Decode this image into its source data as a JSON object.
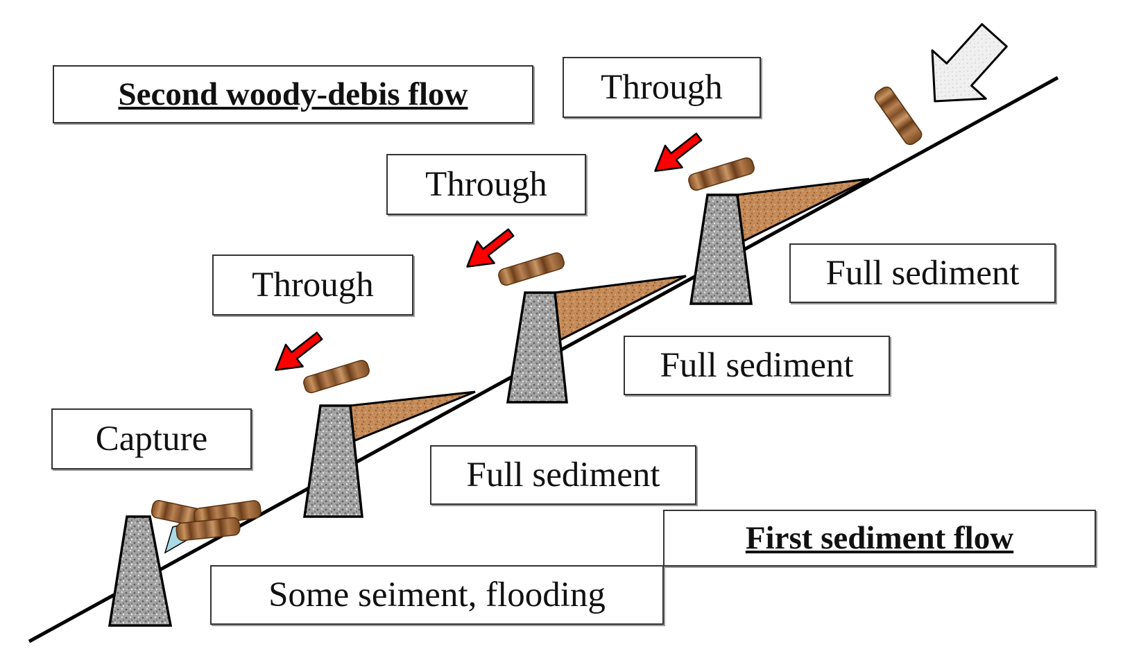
{
  "diagram": {
    "title_second": "Second woody-debis flow",
    "title_first": "First sediment flow",
    "labels": {
      "through_top": "Through",
      "through_mid": "Through",
      "through_low": "Through",
      "capture": "Capture",
      "full_sediment_1": "Full sediment",
      "full_sediment_2": "Full sediment",
      "full_sediment_3": "Full sediment",
      "some_sediment": "Some seiment, flooding"
    },
    "colors": {
      "slope_line": "#000000",
      "dam_fill": "#9c9c9c",
      "sediment_fill": "#c48a57",
      "water_fill": "#a8dbe6",
      "flow_arrow_red": "#ff0000",
      "flow_arrow_white": "#efefef",
      "log_wood": "#a0663a"
    },
    "icons": [
      "red-arrow-icon",
      "white-flow-arrow-icon",
      "log-icon",
      "check-dam-icon"
    ]
  }
}
